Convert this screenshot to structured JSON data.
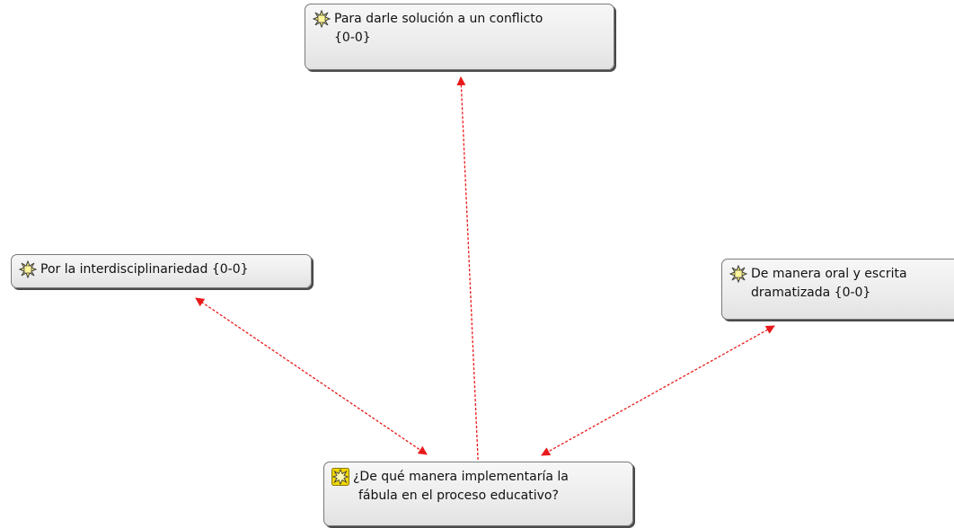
{
  "diagram": {
    "nodes": [
      {
        "id": "top",
        "line1": "Para darle solución a un conflicto",
        "line2": "{0-0}",
        "icon": "code-star-icon"
      },
      {
        "id": "left",
        "line1": "Por la interdisciplinariedad {0-0}",
        "icon": "code-star-icon"
      },
      {
        "id": "right",
        "line1": "De manera oral y escrita",
        "line2": "dramatizada {0-0}",
        "icon": "code-star-icon"
      },
      {
        "id": "center",
        "line1": "¿De qué manera implementaría la",
        "line2": "fábula en el proceso educativo?",
        "icon": "code-star-highlight-icon"
      }
    ],
    "link_color": "#e8191a",
    "node_highlight_color": "#f2d600"
  }
}
